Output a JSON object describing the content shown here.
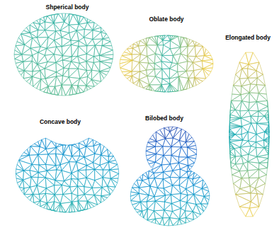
{
  "diagram": {
    "labels": [
      "Shperical body",
      "Oblate body",
      "Elongated body",
      "Concave body",
      "Bilobed body"
    ]
  }
}
